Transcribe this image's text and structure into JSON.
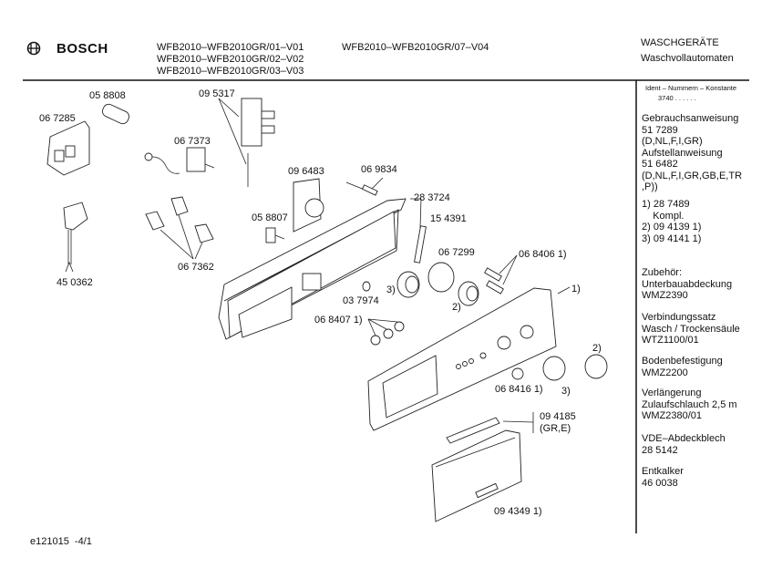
{
  "header": {
    "brand": "BOSCH",
    "models_col1": [
      "WFB2010–WFB2010GR/01–V01",
      "WFB2010–WFB2010GR/02–V02",
      "WFB2010–WFB2010GR/03–V03"
    ],
    "models_col2": [
      "WFB2010–WFB2010GR/07–V04"
    ],
    "category": "WASCHGERÄTE",
    "subcategory": "Waschvollautomaten"
  },
  "sidebar": {
    "ident_header": "Ident – Nummern – Konstante",
    "ident_value": "3740  .  .  .  .  .  .",
    "blocks": [
      [
        "Gebrauchsanweisung",
        "51 7289",
        "(D,NL,F,I,GR)",
        "Aufstellanweisung",
        "51 6482",
        "(D,NL,F,I,GR,GB,E,TR",
        ",P))"
      ],
      [
        "1) 28 7489",
        "    Kompl.",
        "2) 09 4139 1)",
        "3) 09 4141 1)"
      ],
      [
        "Zubehör:",
        "Unterbauabdeckung",
        "WMZ2390"
      ],
      [
        "Verbindungssatz",
        "Wasch / Trockensäule",
        "WTZ1100/01"
      ],
      [
        "Bodenbefestigung",
        "WMZ2200"
      ],
      [
        "Verlängerung",
        "Zulaufschlauch 2,5 m",
        "WMZ2380/01"
      ],
      [
        "VDE–Abdeckblech",
        "28 5142"
      ],
      [
        "Entkalker",
        "46 0038"
      ]
    ]
  },
  "parts": [
    "05 8808",
    "06 7285",
    "09 5317",
    "06 7373",
    "09 6483",
    "06 9834",
    "28 3724",
    "15 4391",
    "05 8807",
    "06 7362",
    "45 0362",
    "06 7299",
    "06 8406 1)",
    "1)",
    "3)",
    "2)",
    "03 7974",
    "06 8407 1)",
    "2)",
    "06 8416 1)",
    "3)",
    "09 4185",
    "(GR,E)",
    "09 4349 1)"
  ],
  "footer": {
    "page_id": "e121015  -4/1"
  }
}
